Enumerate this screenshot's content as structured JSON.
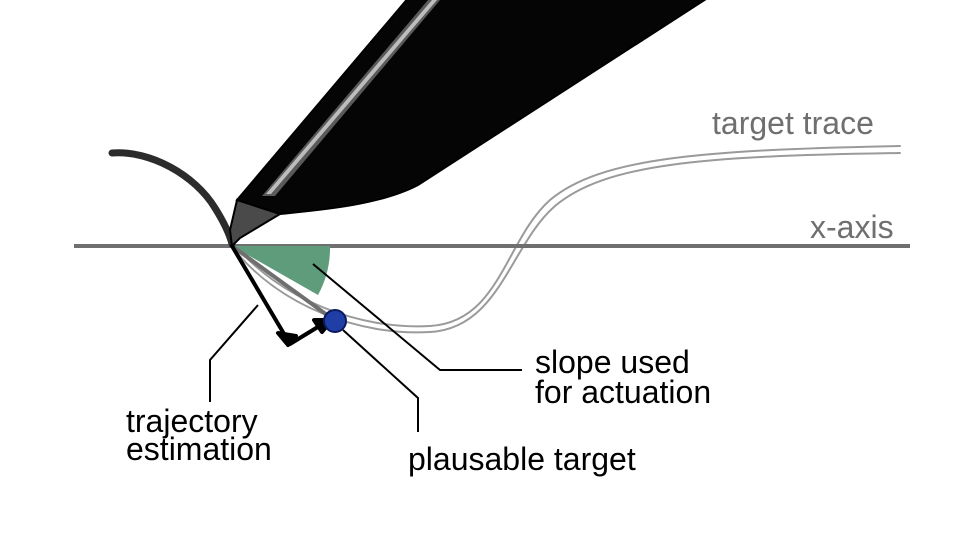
{
  "labels": {
    "target_trace": "target trace",
    "x_axis": "x-axis",
    "slope": [
      "slope used",
      "for actuation"
    ],
    "trajectory": [
      "trajectory",
      "estimation"
    ],
    "plausible_target": "plausable target"
  },
  "colors": {
    "slope_wedge": "#5e9c7c",
    "target_dot": "#1f3fa6",
    "axis": "#6f6f6f",
    "trace": "#9a9a9a",
    "stylus_body": "#050505",
    "stylus_tip": "#4a4a4a",
    "ink_stroke": "#2c2c2c"
  },
  "icons": {
    "stylus": "pen-stylus-icon"
  }
}
